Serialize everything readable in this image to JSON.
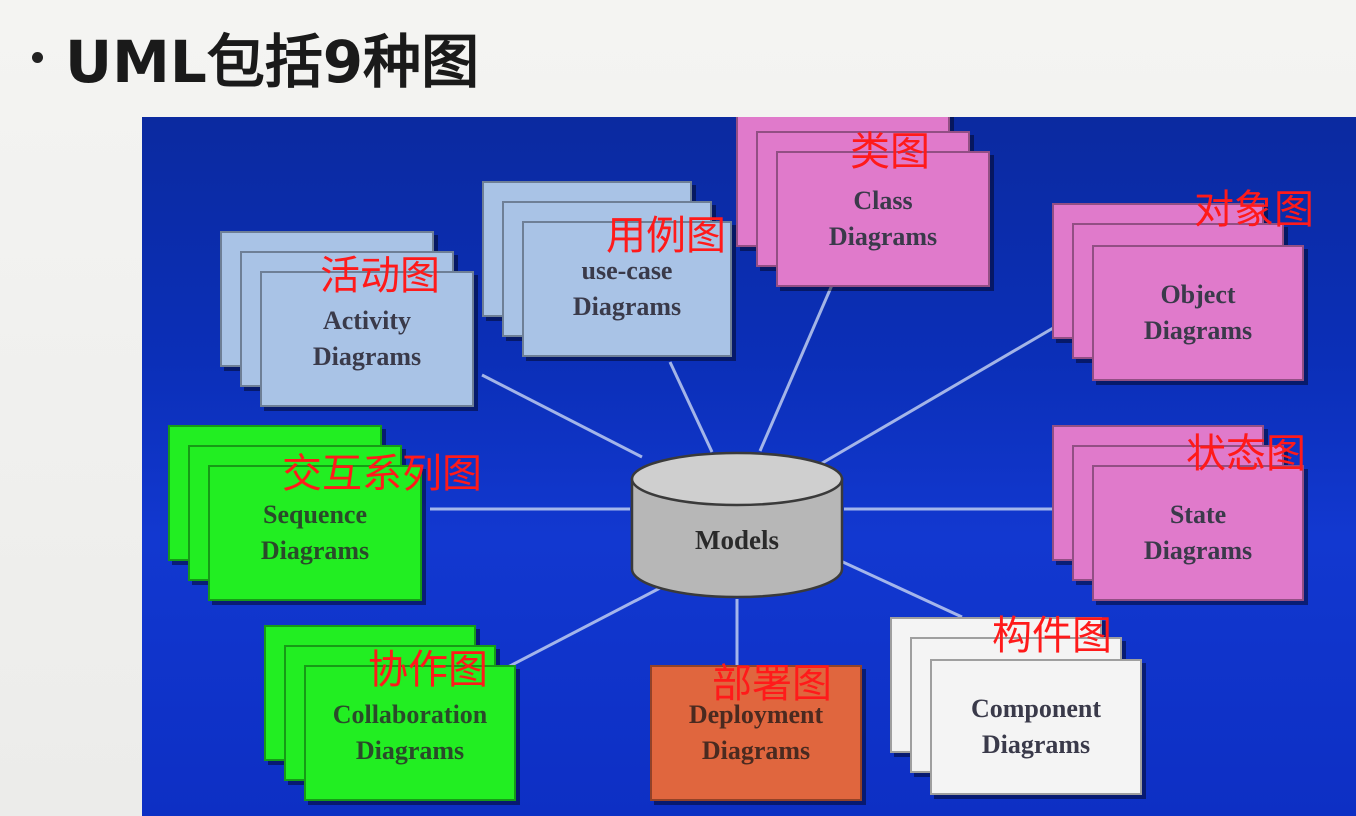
{
  "title": "UML包括9种图",
  "center": {
    "label": "Models"
  },
  "diagrams": {
    "activity": {
      "line1": "Activity",
      "line2": "Diagrams",
      "annotation": "活动图"
    },
    "use_case": {
      "line1": "use-case",
      "line2": "Diagrams",
      "annotation": "用例图"
    },
    "class": {
      "line1": "Class",
      "line2": "Diagrams",
      "annotation": "类图"
    },
    "object": {
      "line1": "Object",
      "line2": "Diagrams",
      "annotation": "对象图"
    },
    "sequence": {
      "line1": "Sequence",
      "line2": "Diagrams",
      "annotation": "交互系列图"
    },
    "state": {
      "line1": "State",
      "line2": "Diagrams",
      "annotation": "状态图"
    },
    "collaboration": {
      "line1": "Collaboration",
      "line2": "Diagrams",
      "annotation": "协作图"
    },
    "deployment": {
      "line1": "Deployment",
      "line2": "Diagrams",
      "annotation": "部署图"
    },
    "component": {
      "line1": "Component",
      "line2": "Diagrams",
      "annotation": "构件图"
    }
  },
  "colors": {
    "background": "#0b2fb8",
    "blue_card": "#a9c3e6",
    "pink_card": "#e07acb",
    "green_card": "#22ee22",
    "white_card": "#f4f4f4",
    "orange_card": "#e0663e",
    "annotation": "#ff1a1a",
    "cylinder": "#b8b8b8"
  }
}
